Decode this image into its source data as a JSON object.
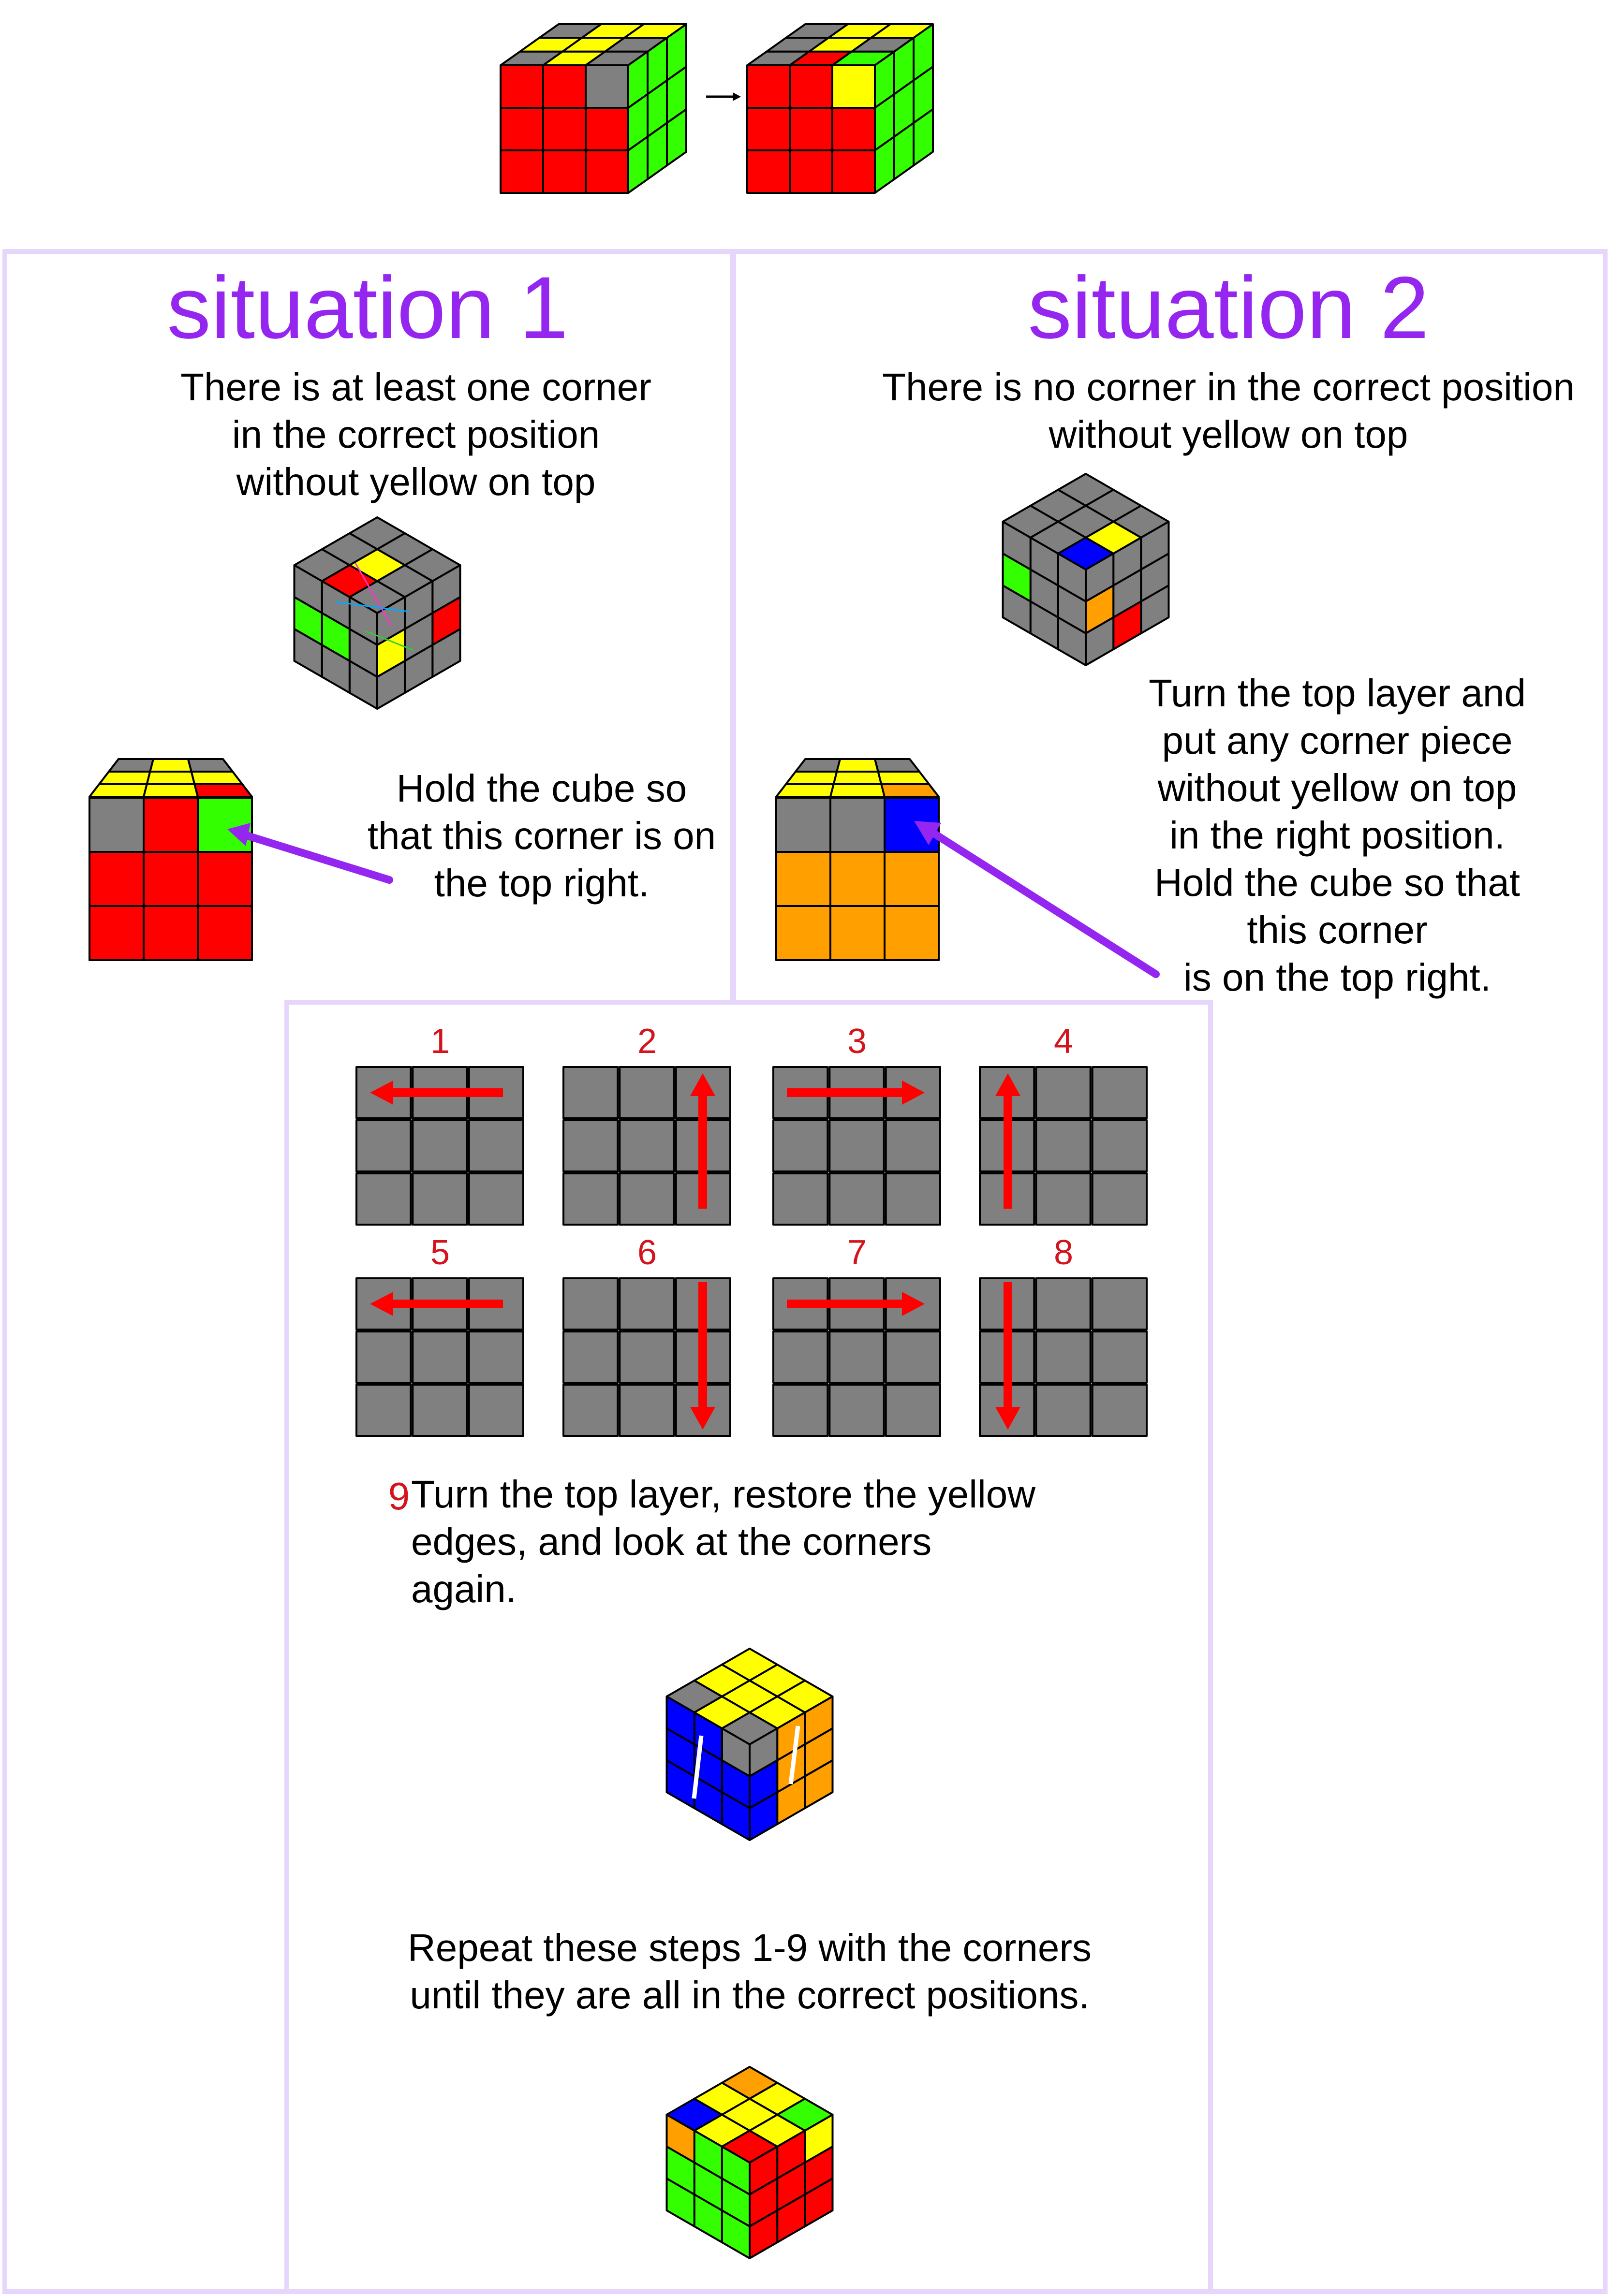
{
  "colors": {
    "accent_purple": "#9426f0",
    "panel_border": "#e6d6fb",
    "step_red": "#d4141c",
    "sticker_gray": "#808080",
    "yellow": "#ffff00",
    "red": "#ff0000",
    "green": "#33ff00",
    "blue": "#0000ff",
    "orange": "#ff9f00"
  },
  "situation1": {
    "title": "situation 1",
    "description": "There is at least one corner\nin the correct position\nwithout yellow on top",
    "hold_text": "Hold the cube so\nthat this corner is on\nthe top right."
  },
  "situation2": {
    "title": "situation 2",
    "description": "There is no corner in the correct position\nwithout yellow on top",
    "turn_text": "Turn the top layer and\nput any corner piece\nwithout yellow on top\n in the right position.\nHold the cube so that\nthis  corner\nis on the top right."
  },
  "steps": {
    "labels": [
      "1",
      "2",
      "3",
      "4",
      "5",
      "6",
      "7",
      "8"
    ],
    "arrows": [
      "left-arrow-icon",
      "up-arrow-icon",
      "right-arrow-icon",
      "up-arrow-icon",
      "left-arrow-icon",
      "down-arrow-icon",
      "right-arrow-icon",
      "down-arrow-icon"
    ],
    "step9_number": "9",
    "step9_text": "Turn the top layer, restore the yellow\n edges, and look at the corners again.",
    "repeat_text": "Repeat these steps 1-9 with the corners\nuntil they are all in the correct positions."
  }
}
